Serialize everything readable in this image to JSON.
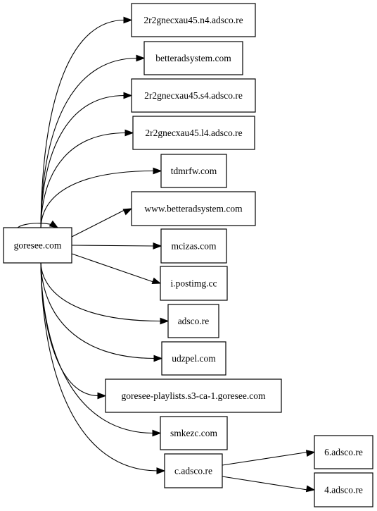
{
  "graph": {
    "nodes": [
      {
        "id": "goresee",
        "label": "goresee.com"
      },
      {
        "id": "n1",
        "label": "2r2gnecxau45.n4.adsco.re"
      },
      {
        "id": "n2",
        "label": "betteradsystem.com"
      },
      {
        "id": "n3",
        "label": "2r2gnecxau45.s4.adsco.re"
      },
      {
        "id": "n4",
        "label": "2r2gnecxau45.l4.adsco.re"
      },
      {
        "id": "n5",
        "label": "tdmrfw.com"
      },
      {
        "id": "n6",
        "label": "www.betteradsystem.com"
      },
      {
        "id": "n7",
        "label": "mcizas.com"
      },
      {
        "id": "n8",
        "label": "i.postimg.cc"
      },
      {
        "id": "n9",
        "label": "adsco.re"
      },
      {
        "id": "n10",
        "label": "udzpel.com"
      },
      {
        "id": "n11",
        "label": "goresee-playlists.s3-ca-1.goresee.com"
      },
      {
        "id": "n12",
        "label": "smkezc.com"
      },
      {
        "id": "n13",
        "label": "c.adsco.re"
      },
      {
        "id": "n14",
        "label": "6.adsco.re"
      },
      {
        "id": "n15",
        "label": "4.adsco.re"
      }
    ],
    "edges": [
      {
        "from": "goresee",
        "to": "goresee"
      },
      {
        "from": "goresee",
        "to": "n1"
      },
      {
        "from": "goresee",
        "to": "n2"
      },
      {
        "from": "goresee",
        "to": "n3"
      },
      {
        "from": "goresee",
        "to": "n4"
      },
      {
        "from": "goresee",
        "to": "n5"
      },
      {
        "from": "goresee",
        "to": "n6"
      },
      {
        "from": "goresee",
        "to": "n7"
      },
      {
        "from": "goresee",
        "to": "n8"
      },
      {
        "from": "goresee",
        "to": "n9"
      },
      {
        "from": "goresee",
        "to": "n10"
      },
      {
        "from": "goresee",
        "to": "n11"
      },
      {
        "from": "goresee",
        "to": "n12"
      },
      {
        "from": "goresee",
        "to": "n13"
      },
      {
        "from": "n13",
        "to": "n14"
      },
      {
        "from": "n13",
        "to": "n15"
      }
    ]
  }
}
